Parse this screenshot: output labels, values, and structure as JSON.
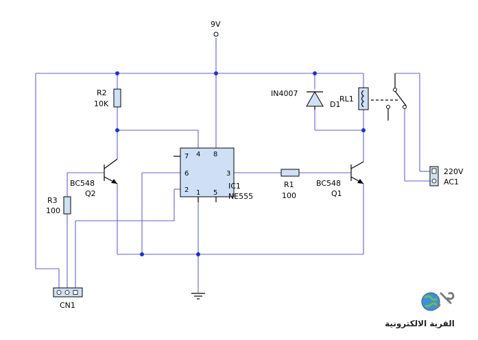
{
  "supply": {
    "label": "9V"
  },
  "r2": {
    "name": "R2",
    "value": "10K"
  },
  "r3": {
    "name": "R3",
    "value": "100"
  },
  "r1": {
    "name": "R1",
    "value": "100"
  },
  "q2": {
    "type": "BC548",
    "name": "Q2"
  },
  "q1": {
    "type": "BC548",
    "name": "Q1"
  },
  "ic": {
    "name": "IC1",
    "type": "NE555",
    "pins": [
      "7",
      "4",
      "8",
      "6",
      "3",
      "2",
      "1",
      "5"
    ]
  },
  "d1": {
    "type": "IN4007",
    "name": "D1"
  },
  "relay": {
    "name": "RL1"
  },
  "ac": {
    "voltage": "220V",
    "name": "AC1"
  },
  "connector": {
    "name": "CN1"
  },
  "logo": {
    "text": "القرية الالكترونية"
  },
  "colors": {
    "wire": "#5a62d8",
    "part_fill": "#cfe0f6",
    "junction": "#1f2fd0"
  }
}
